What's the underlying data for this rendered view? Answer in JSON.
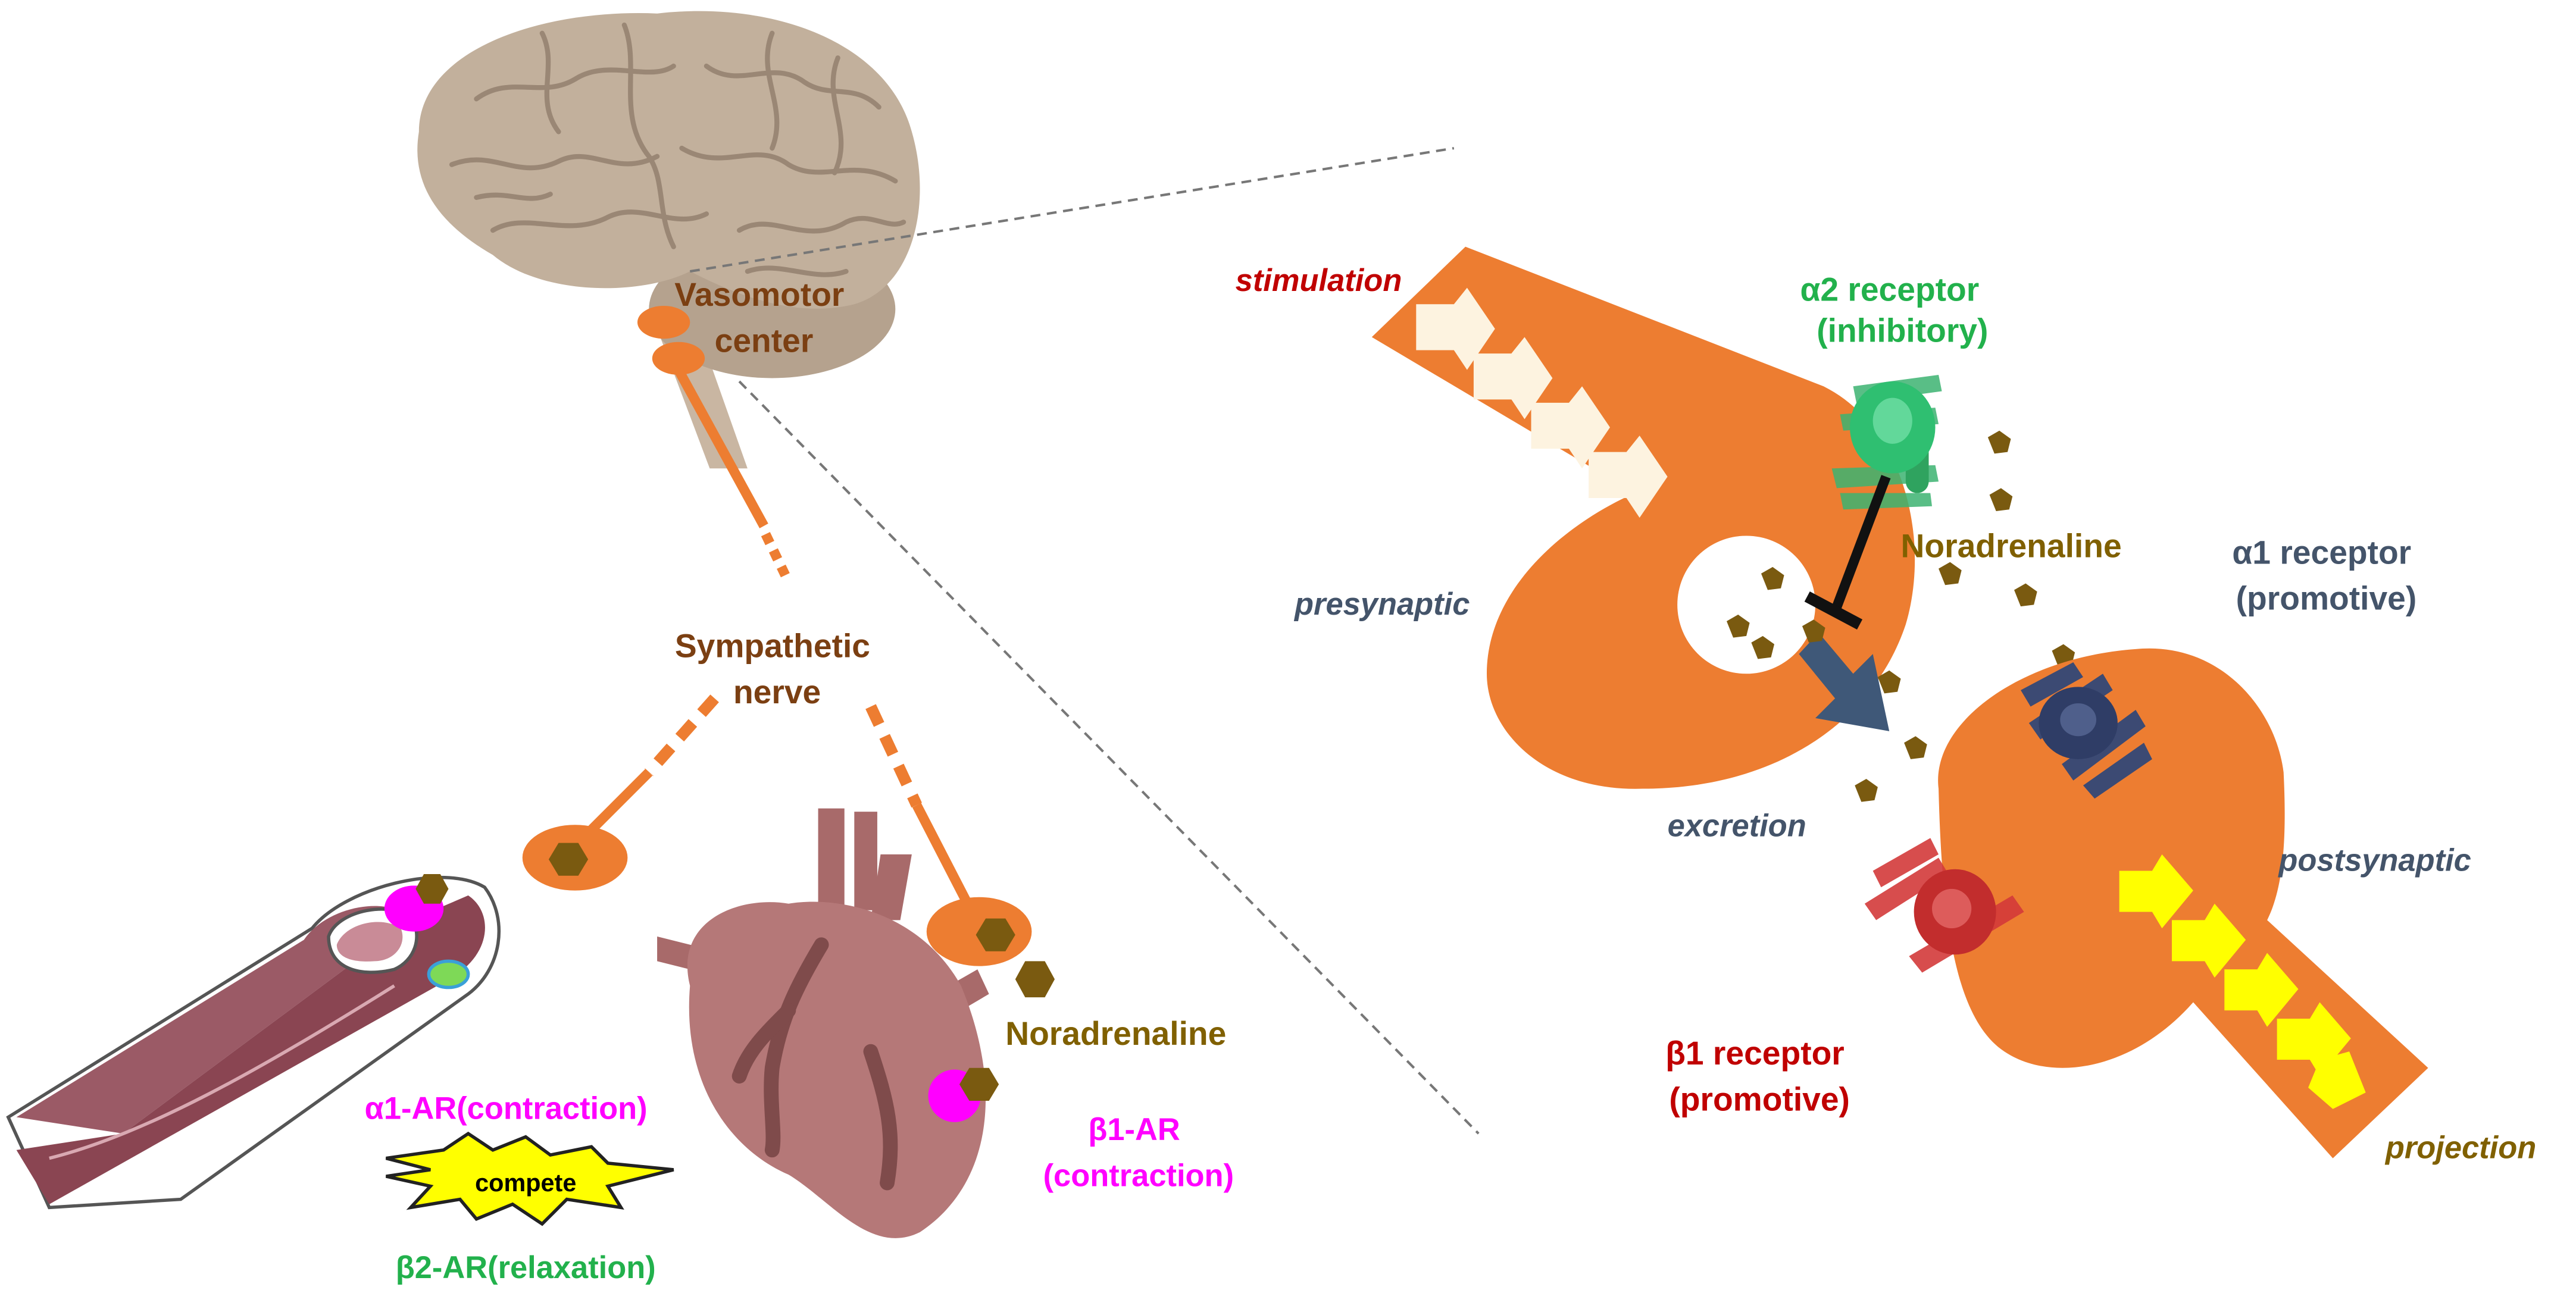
{
  "colors": {
    "nerve_orange": "#ed7d31",
    "brain": "#c2b09c",
    "brain_folds": "#9a8775",
    "heart": "#b57878",
    "vessel": "#8a4552",
    "granule": "#7a5a10",
    "magenta": "#ff00ff",
    "green_label": "#22b14c",
    "red_label": "#c00000",
    "navy_label": "#44546a",
    "olive_label": "#806000",
    "brown_label": "#7b3f12",
    "compete_fill": "#ffff00",
    "alpha2_color": "#2fbf71",
    "alpha1_color": "#3c4a73",
    "beta1_color": "#d33a3a",
    "pre_arrow": "#fdf3e0",
    "post_arrow": "#ffff00",
    "excretion_arrow": "#3f5878"
  },
  "left": {
    "vasomotor_center": [
      "Vasomotor",
      "center"
    ],
    "sympathetic_nerve": [
      "Sympathetic",
      "nerve"
    ],
    "noradrenaline": "Noradrenaline",
    "alpha1_ar": "α1-AR(contraction)",
    "beta2_ar": "β2-AR(relaxation)",
    "compete": "compete",
    "beta1_ar": [
      "β1-AR",
      "(contraction)"
    ]
  },
  "right": {
    "stimulation": "stimulation",
    "presynaptic": "presynaptic",
    "alpha2_receptor": [
      "α2 receptor",
      "(inhibitory)"
    ],
    "noradrenaline": "Noradrenaline",
    "alpha1_receptor": [
      "α1 receptor",
      "(promotive)"
    ],
    "excretion": "excretion",
    "postsynaptic": "postsynaptic",
    "beta1_receptor": [
      "β1 receptor",
      "(promotive)"
    ],
    "projection": "projection"
  },
  "icons": {
    "brain": "brain-icon",
    "heart": "heart-icon",
    "vessel": "blood-vessel-icon",
    "neuron": "neuron-terminal-icon",
    "receptor": "receptor-icon",
    "granule": "noradrenaline-granule-icon"
  }
}
